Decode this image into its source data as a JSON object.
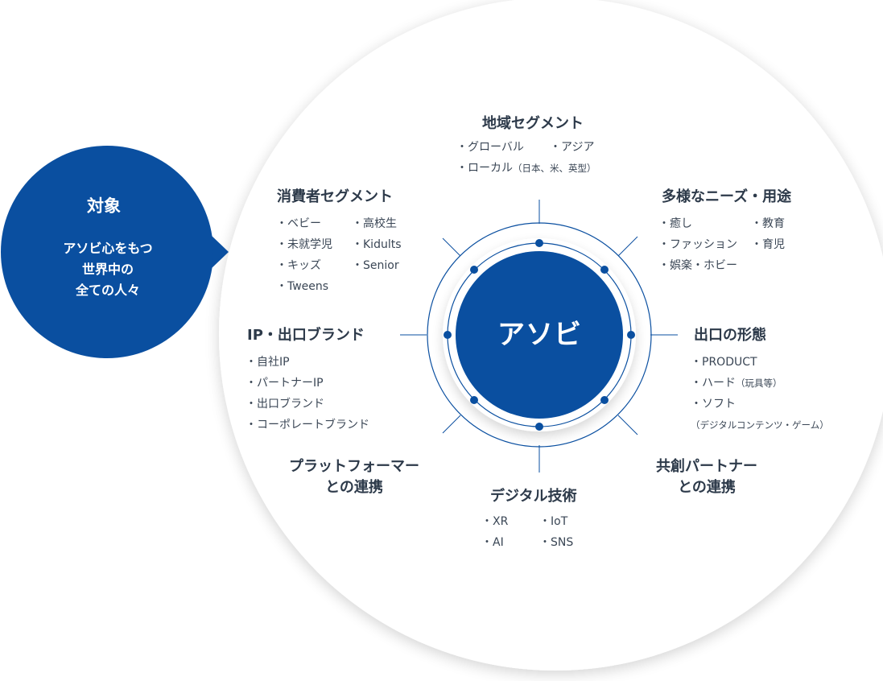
{
  "colors": {
    "primary_blue": "#0a4fa0",
    "heading_text": "#2d3a4a",
    "body_text": "#3a4655",
    "background_circle": "#ffffff"
  },
  "target": {
    "title": "対象",
    "description_lines": [
      "アソビ心をもつ",
      "世界中の",
      "全ての人々"
    ]
  },
  "core": {
    "label": "アソビ"
  },
  "segments": {
    "regional": {
      "heading": "地域セグメント",
      "items": [
        "・グローバル",
        "・アジア",
        "・ローカル"
      ],
      "note": "（日本、米、英型）"
    },
    "consumer": {
      "heading": "消費者セグメント",
      "items": [
        "・ベビー",
        "・未就学児",
        "・キッズ",
        "・Tweens",
        "・高校生",
        "・Kidults",
        "・Senior"
      ]
    },
    "needs": {
      "heading": "多様なニーズ・用途",
      "items": [
        "・癒し",
        "・ファッション",
        "・娯楽・ホビー",
        "・教育",
        "・育児"
      ]
    },
    "ip": {
      "heading": "IP・出口ブランド",
      "items": [
        "・自社IP",
        "・パートナーIP",
        "・出口ブランド",
        "・コーポレートブランド"
      ]
    },
    "exit_form": {
      "heading": "出口の形態",
      "items": [
        "・PRODUCT",
        "・ハード",
        "・ソフト"
      ],
      "hard_note": "（玩具等）",
      "soft_note": "（デジタルコンテンツ・ゲーム）"
    },
    "platformer": {
      "heading_lines": [
        "プラットフォーマー",
        "との連携"
      ]
    },
    "partner": {
      "heading_lines": [
        "共創パートナー",
        "との連携"
      ]
    },
    "digital": {
      "heading": "デジタル技術",
      "items": [
        "・XR",
        "・AI",
        "・IoT",
        "・SNS"
      ]
    }
  }
}
